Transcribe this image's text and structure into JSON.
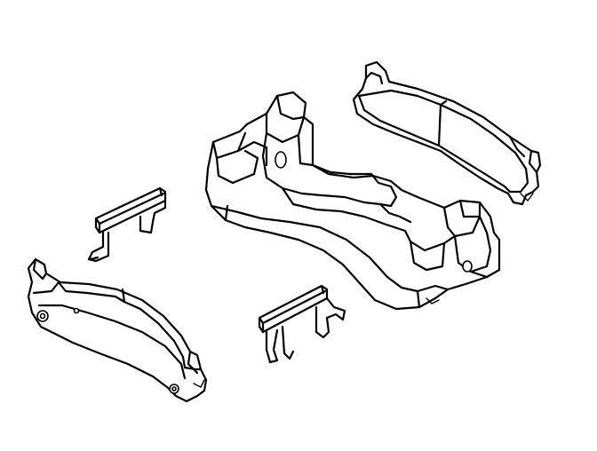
{
  "figure": {
    "background_color": "#ffffff",
    "line_color": "#000000",
    "parts": [
      "brake-caliper-bracket",
      "brake-pad-upper-right",
      "brake-pad-lower-left",
      "anti-rattle-clip-upper",
      "anti-rattle-clip-lower"
    ]
  }
}
